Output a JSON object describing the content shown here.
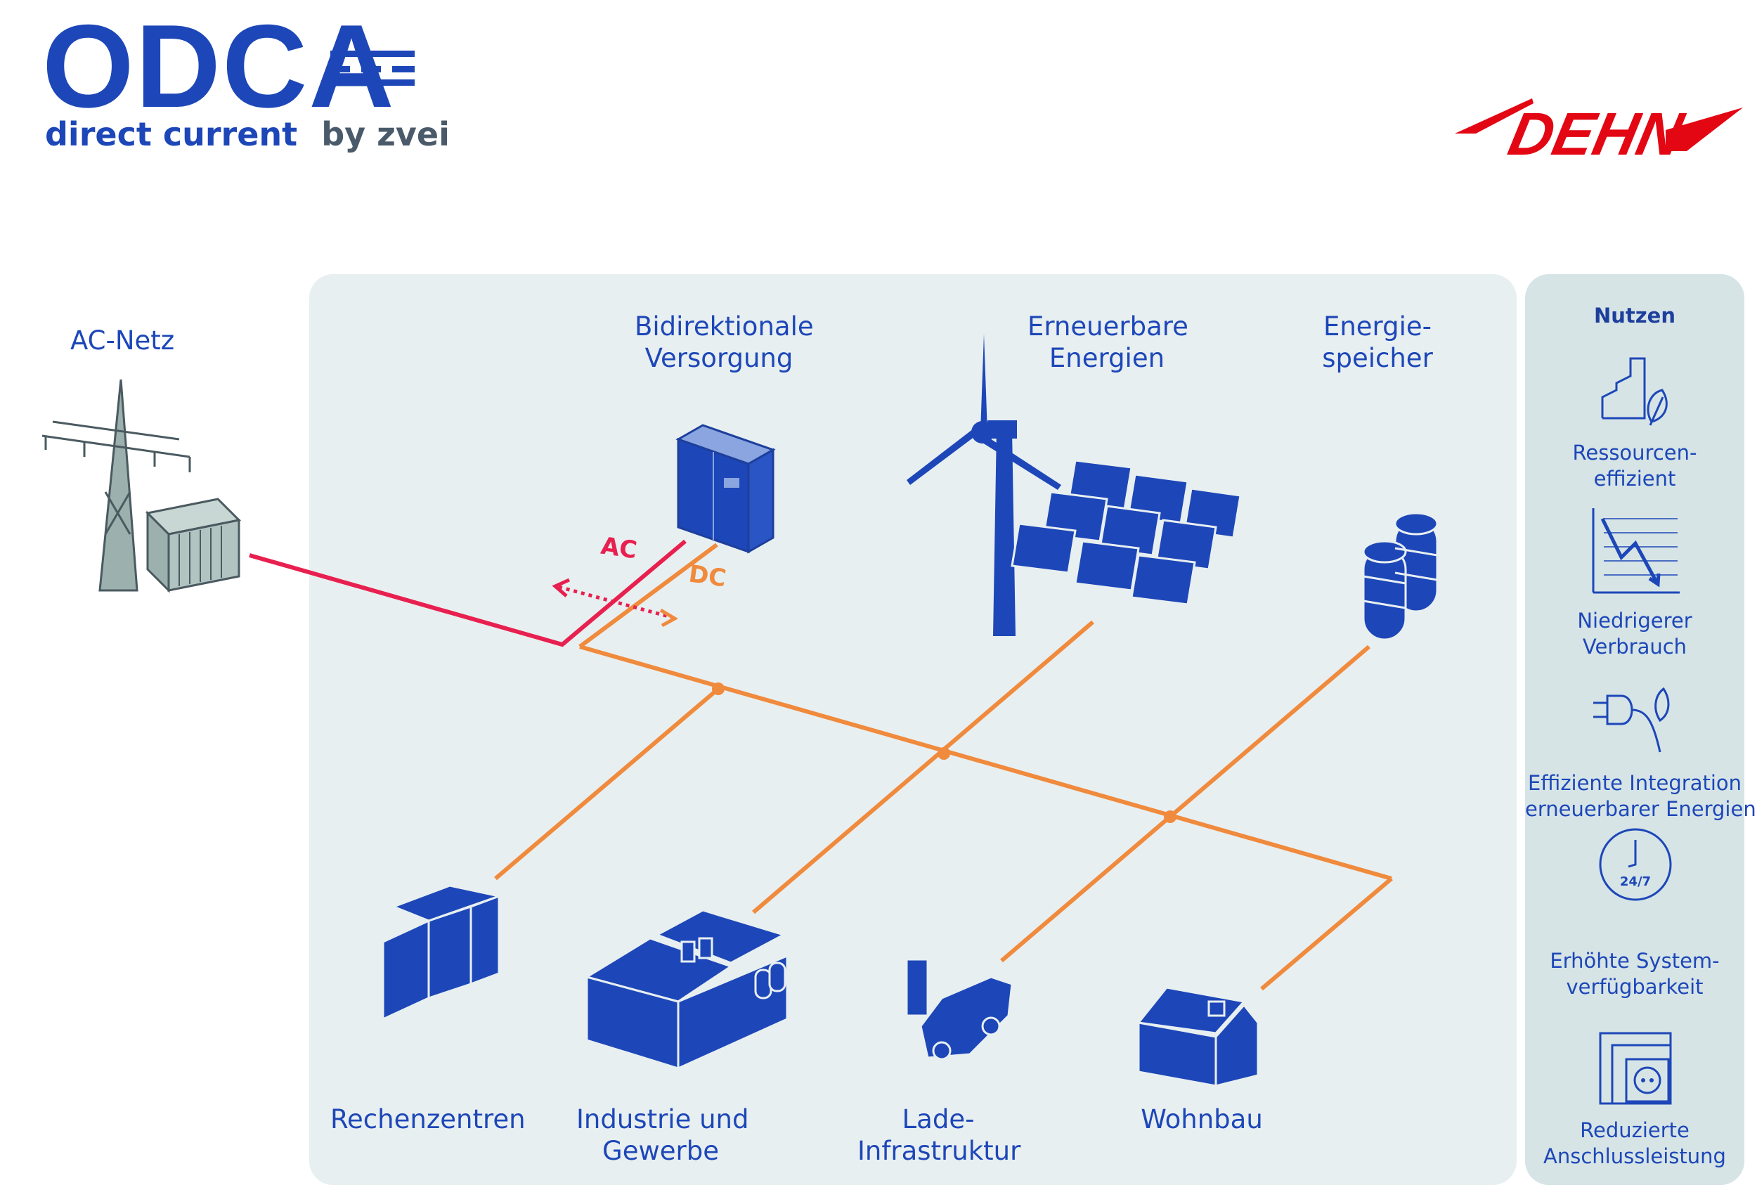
{
  "logo": {
    "odca": "ODCA",
    "direct_current": "direct current",
    "by_zvei": "by zvei",
    "dehn": "DEHN"
  },
  "labels": {
    "ac_netz": "AC-Netz",
    "bidirektional_1": "Bidirektionale",
    "bidirektional_2": "Versorgung",
    "erneuerbar_1": "Erneuerbare",
    "erneuerbar_2": "Energien",
    "speicher_1": "Energie-",
    "speicher_2": "speicher",
    "ac": "AC",
    "dc": "DC",
    "rechenzentren": "Rechenzentren",
    "industrie_1": "Industrie und",
    "industrie_2": "Gewerbe",
    "lade_1": "Lade-",
    "lade_2": "Infrastruktur",
    "wohnbau": "Wohnbau"
  },
  "sidebar": {
    "title": "Nutzen",
    "items": [
      {
        "line1": "Ressourcen-",
        "line2": "effizient",
        "icon": "factory-leaf-icon"
      },
      {
        "line1": "Niedrigerer",
        "line2": "Verbrauch",
        "icon": "declining-chart-icon"
      },
      {
        "line1": "Effiziente Integration",
        "line2": "erneuerbarer Energien",
        "icon": "plug-leaf-icon"
      },
      {
        "line1": "Erhöhte System-",
        "line2": "verfügbarkeit",
        "icon": "clock-247-icon"
      },
      {
        "line1": "Reduzierte",
        "line2": "Anschlussleistung",
        "icon": "socket-icon"
      }
    ],
    "clock_text": "24/7"
  },
  "colors": {
    "brand_blue": "#1d47b8",
    "ac_red": "#e8204f",
    "dc_orange": "#f08a3c",
    "panel_bg": "#e8eff1",
    "sidebar_bg": "#d6e4e6",
    "dehn_red": "#e30613"
  }
}
